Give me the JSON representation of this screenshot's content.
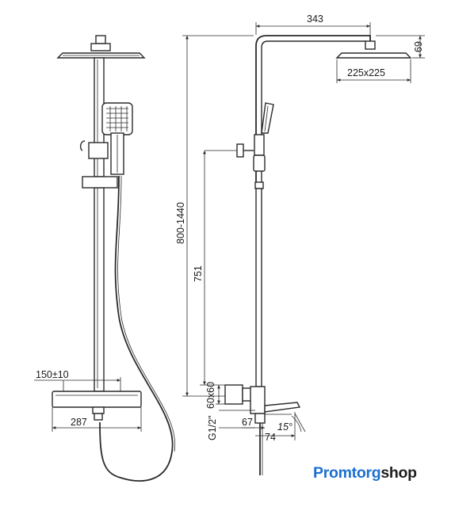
{
  "dimensions": {
    "arm_length": "343",
    "head_height": "69",
    "head_size": "225x225",
    "rail_height": "800-1440",
    "inlet_height": "751",
    "valve_size": "60x60",
    "thread": "G1/2\"",
    "spout_a": "67",
    "spout_b": "74",
    "spout_angle": "15°",
    "inlet_spacing": "150±10",
    "mixer_width": "287"
  },
  "brand": {
    "part1": "Promtorg",
    "part2": "shop",
    "primary_color": "#1c6fd1",
    "secondary_color": "#1f1f1f"
  }
}
